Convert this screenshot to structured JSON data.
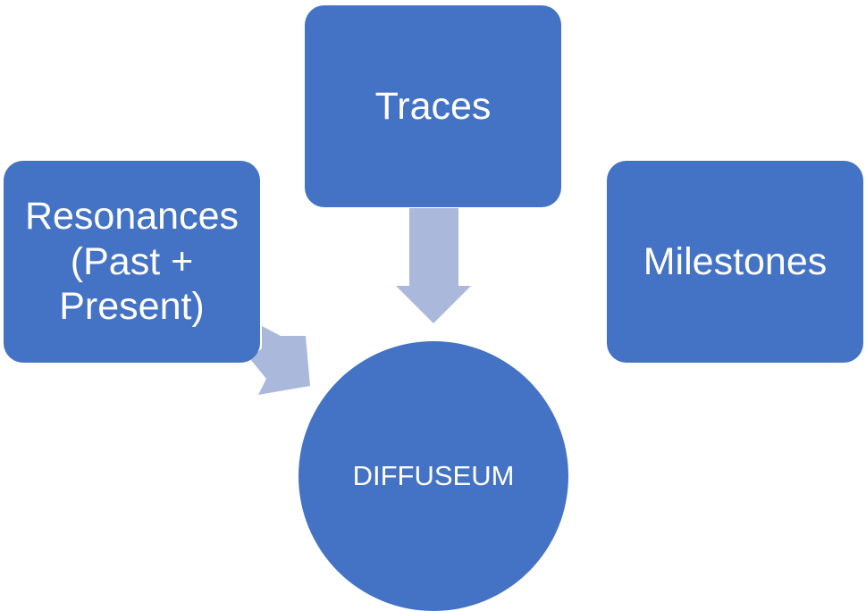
{
  "diagram": {
    "colors": {
      "node_fill": "#4472c4",
      "node_text": "#ffffff",
      "arrow_fill": "#aab8db"
    },
    "nodes": {
      "traces": {
        "label": "Traces"
      },
      "resonances": {
        "label": "Resonances (Past + Present)"
      },
      "milestones": {
        "label": "Milestones"
      },
      "hub": {
        "label": "DIFFUSEUM"
      }
    },
    "edges": [
      {
        "from": "traces",
        "to": "hub"
      },
      {
        "from": "resonances",
        "to": "hub"
      }
    ]
  }
}
